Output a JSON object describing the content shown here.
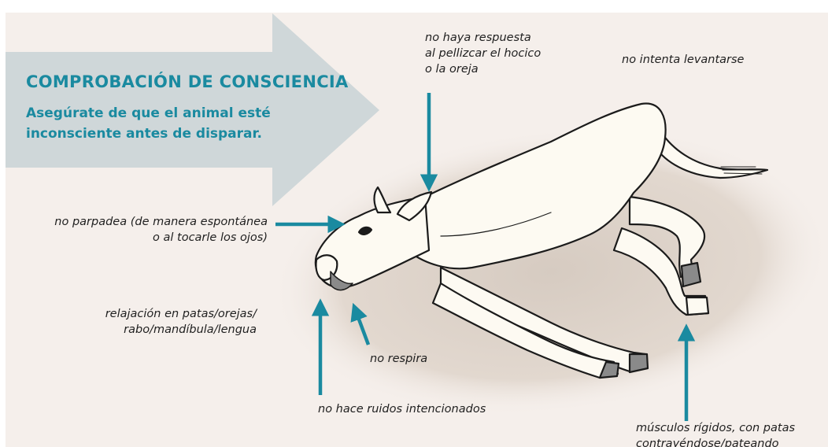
{
  "title": "COMPROBACIÓN DE CONSCIENCIA",
  "subtitle_lines": [
    "Asegúrate de que el animal esté",
    "inconsciente antes de disparar."
  ],
  "labels": {
    "pinch": [
      "no haya respuesta",
      "al pellizcar el hocico",
      "o la oreja"
    ],
    "no_stand": "no intenta levantarse",
    "blink": [
      "no parpadea (de manera espontánea",
      "o al tocarle los ojos)"
    ],
    "relax": [
      "relajación en patas/orejas/",
      "rabo/mandíbula/lengua"
    ],
    "breath": "no respira",
    "noise": "no hace ruidos intencionados",
    "muscles": [
      "músculos rígidos, con patas",
      "contrayéndose/pateando"
    ]
  },
  "colors": {
    "teal": "#1a8aa0",
    "arrow_grey": "#cfd7d9",
    "background": "#f5efeb",
    "shadow": "#d9cfc6",
    "animal": "#fdfaf2",
    "outline": "#1b1b1b",
    "hoof": "#8a8a8a"
  },
  "icons": [
    "big-right-arrow",
    "pointer-arrow"
  ]
}
